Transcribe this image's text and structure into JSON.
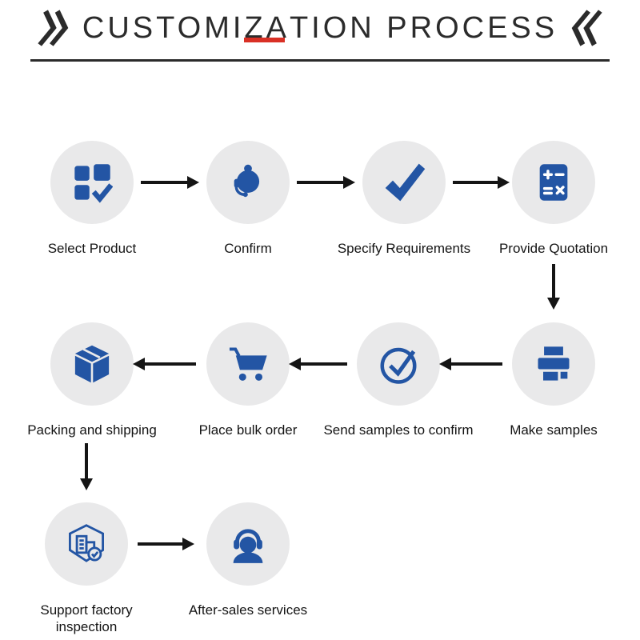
{
  "title": {
    "part1": "CUSTOMI",
    "accent": "ZA",
    "part2": "TION PROCESS",
    "decor_left": "double-chevron-right",
    "decor_right": "double-chevron-left"
  },
  "colors": {
    "primary_blue": "#2355A4",
    "circle_background": "#E9E9EA",
    "arrow_black": "#151515",
    "title_dark": "#2B2B2B",
    "accent_red": "#D93025"
  },
  "steps": [
    {
      "label": "Select Product",
      "icon": "product-grid-check-icon"
    },
    {
      "label": "Confirm",
      "icon": "customer-service-icon"
    },
    {
      "label": "Specify Requirements",
      "icon": "checkmark-icon"
    },
    {
      "label": "Provide Quotation",
      "icon": "calculator-icon"
    },
    {
      "label": "Make samples",
      "icon": "printer-icon"
    },
    {
      "label": "Send samples to confirm",
      "icon": "circle-check-icon"
    },
    {
      "label": "Place bulk order",
      "icon": "shopping-cart-icon"
    },
    {
      "label": "Packing and shipping",
      "icon": "package-box-icon"
    },
    {
      "label": "Support factory inspection",
      "icon": "factory-inspection-icon"
    },
    {
      "label": "After-sales services",
      "icon": "headset-support-icon"
    }
  ]
}
